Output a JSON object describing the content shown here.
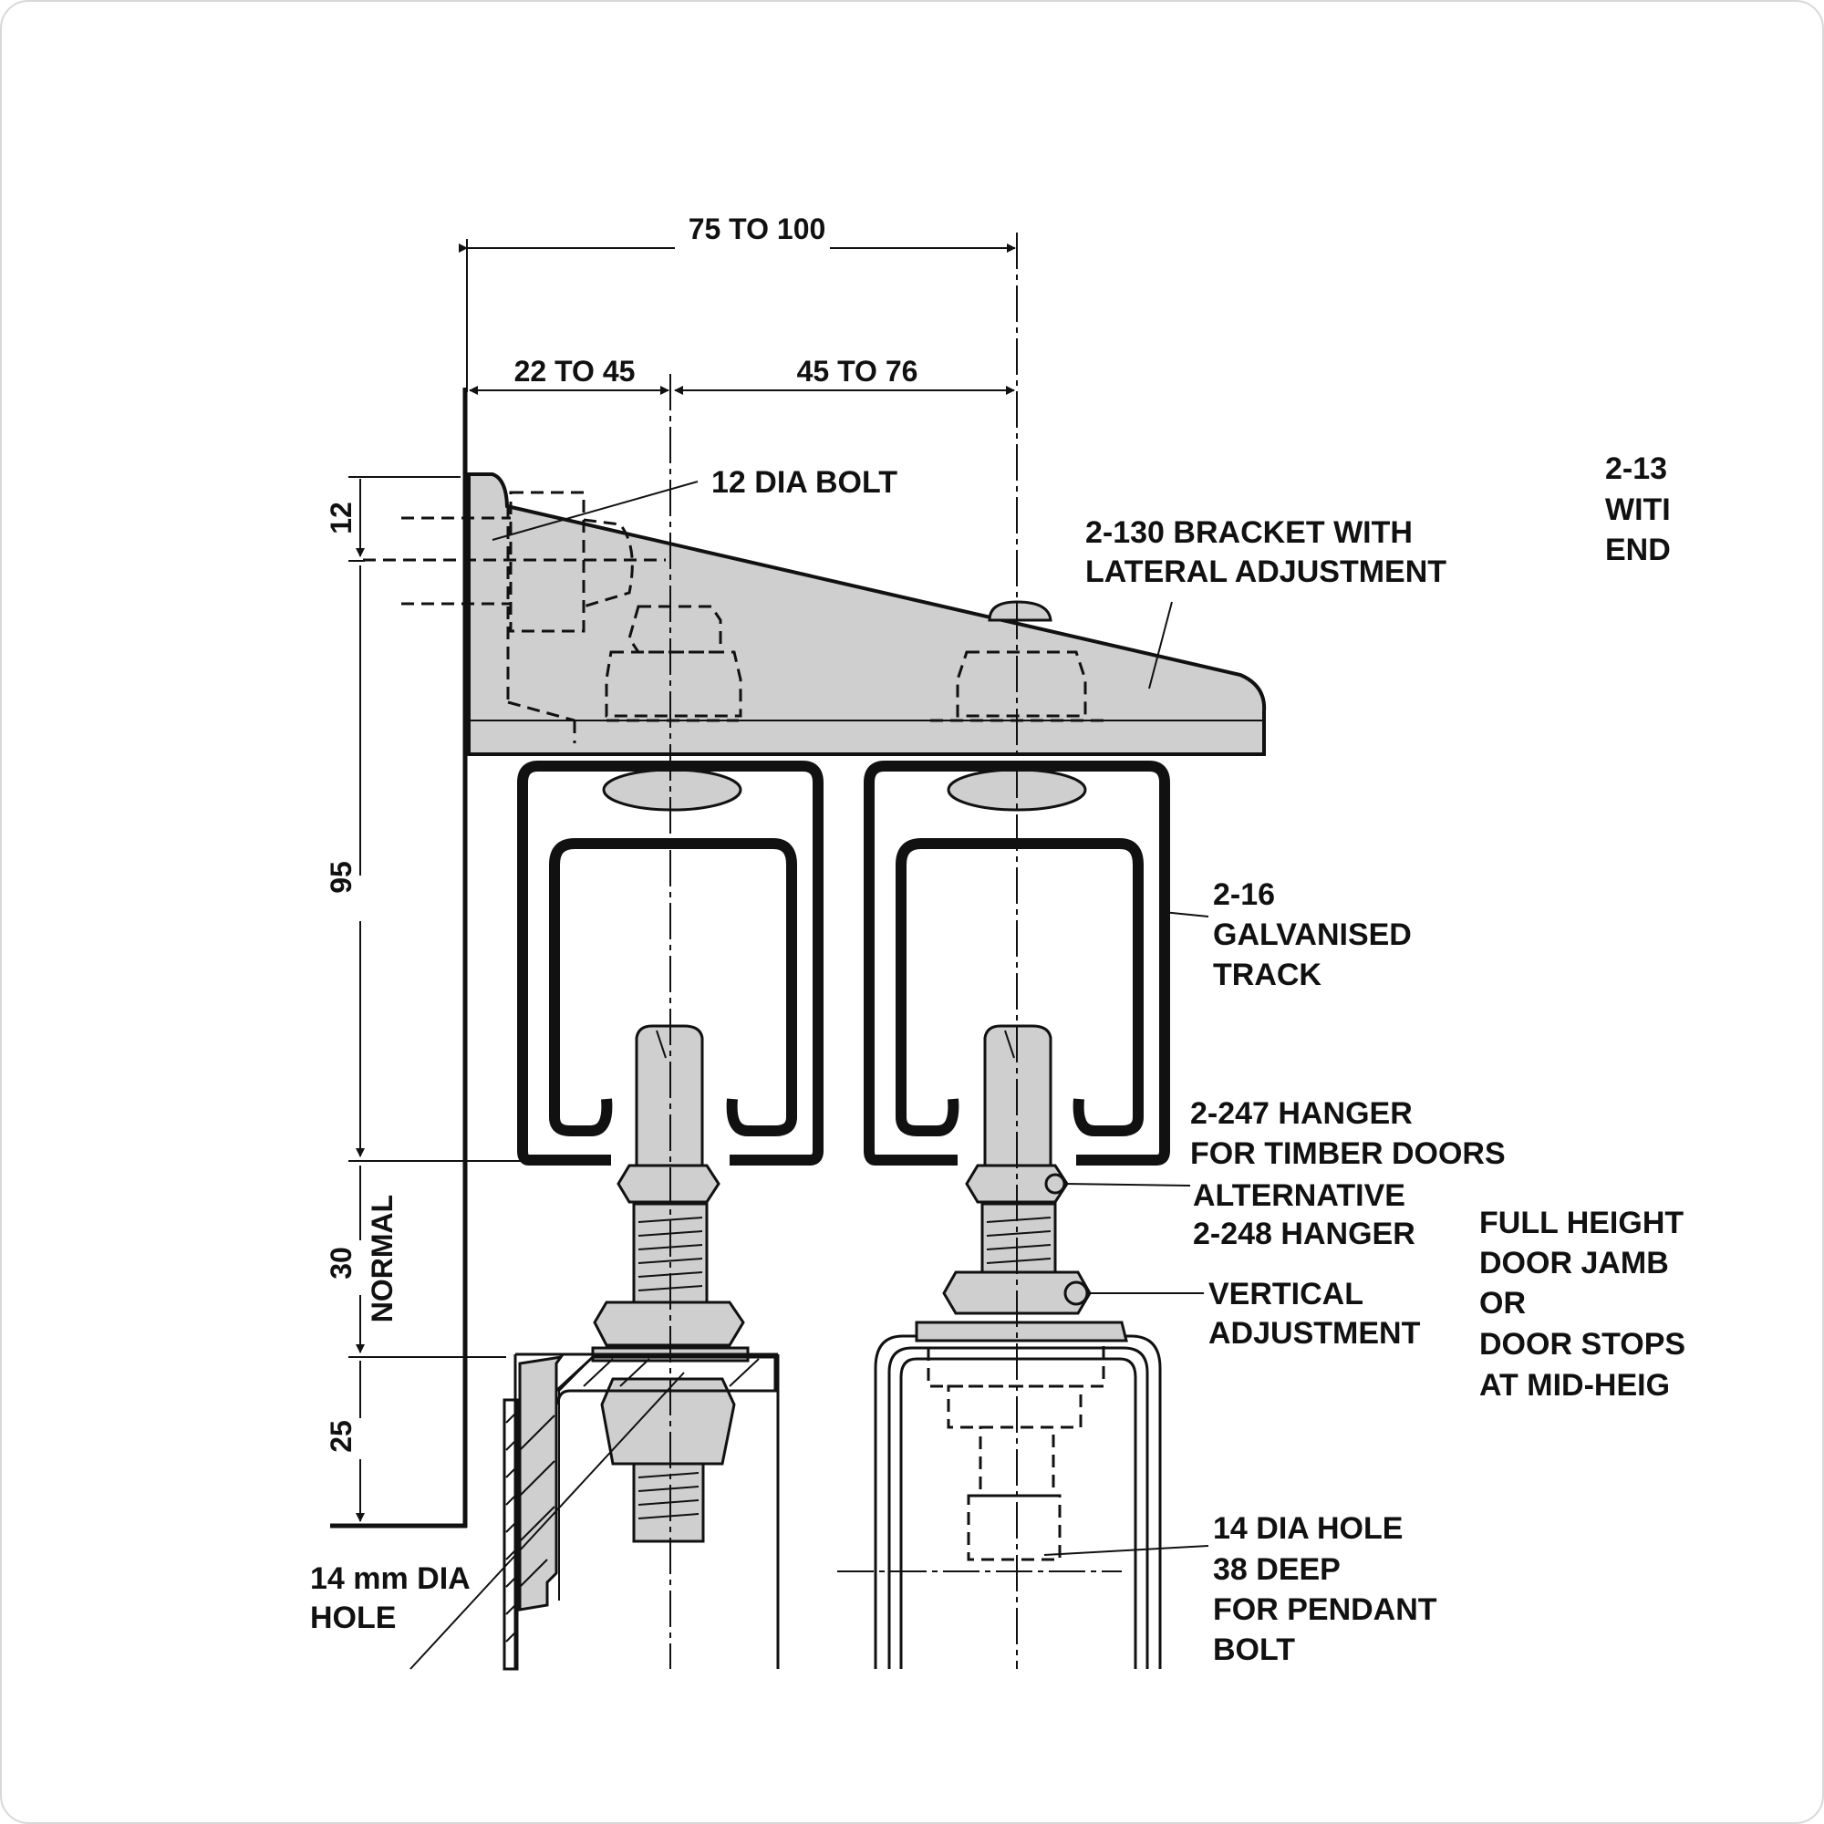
{
  "dimensions": {
    "overall_width": "75 TO 100",
    "left_width": "22 TO 45",
    "right_width": "45 TO 76",
    "top_offset": "12",
    "bracket_height": "95",
    "hanger_height": "30",
    "normal_label": "NORMAL",
    "door_offset": "25"
  },
  "labels": {
    "bolt": "12 DIA BOLT",
    "bracket": [
      "2-130 BRACKET WITH",
      "LATERAL ADJUSTMENT"
    ],
    "track": [
      "2-16",
      "GALVANISED",
      "TRACK"
    ],
    "hanger": [
      "2-247 HANGER",
      "FOR TIMBER DOORS",
      "ALTERNATIVE",
      "2-248 HANGER"
    ],
    "vertical": [
      "VERTICAL",
      "ADJUSTMENT"
    ],
    "hole_left": [
      "14 mm DIA",
      "HOLE"
    ],
    "hole_right": [
      "14 DIA HOLE",
      "38 DEEP",
      "FOR PENDANT",
      "BOLT"
    ],
    "door_jamb": [
      "FULL HEIGHT",
      "DOOR JAMB",
      "OR",
      "DOOR STOPS",
      "AT MID-HEIG"
    ],
    "partial_top_right": [
      "2-13",
      "WITI",
      "END"
    ]
  }
}
